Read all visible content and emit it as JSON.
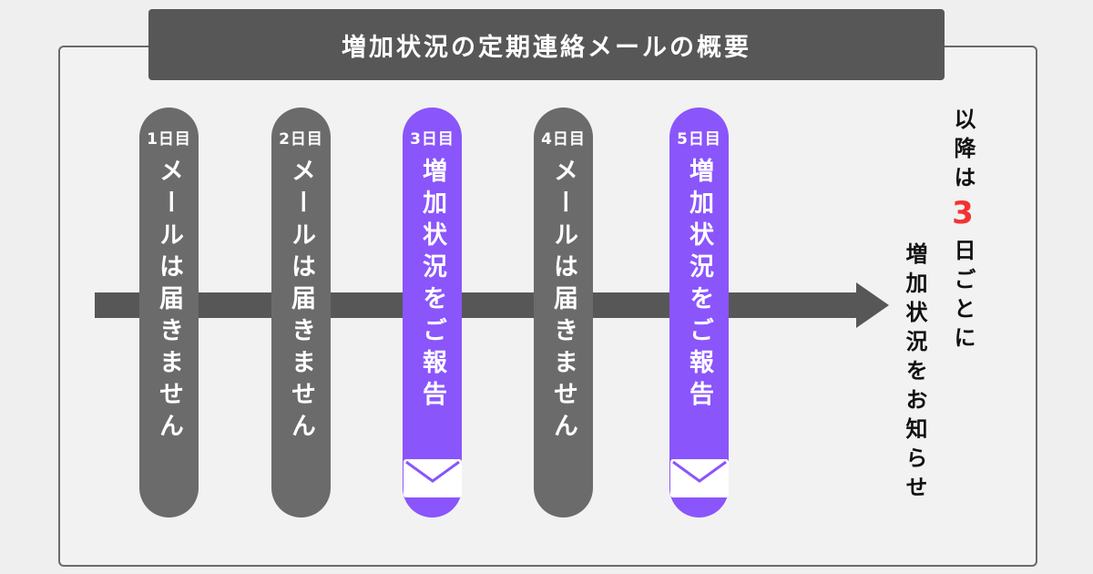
{
  "title": "増加状況の定期連絡メールの概要",
  "days": [
    {
      "day": "1日目",
      "text": "メールは届きません",
      "highlight": false
    },
    {
      "day": "2日目",
      "text": "メールは届きません",
      "highlight": false
    },
    {
      "day": "3日目",
      "text": "増加状況をご報告",
      "highlight": true,
      "icon": "mail-icon"
    },
    {
      "day": "4日目",
      "text": "メールは届きません",
      "highlight": false
    },
    {
      "day": "5日目",
      "text": "増加状況をご報告",
      "highlight": true,
      "icon": "mail-icon"
    }
  ],
  "side_note": {
    "prefix": "以降は",
    "number": "3",
    "suffix": "日ごとに",
    "line2": "増加状況をお知らせ"
  },
  "colors": {
    "highlight": "#8a55fb",
    "gray": "#6b6b6b",
    "dark": "#575757",
    "accent_red": "#f33232"
  }
}
